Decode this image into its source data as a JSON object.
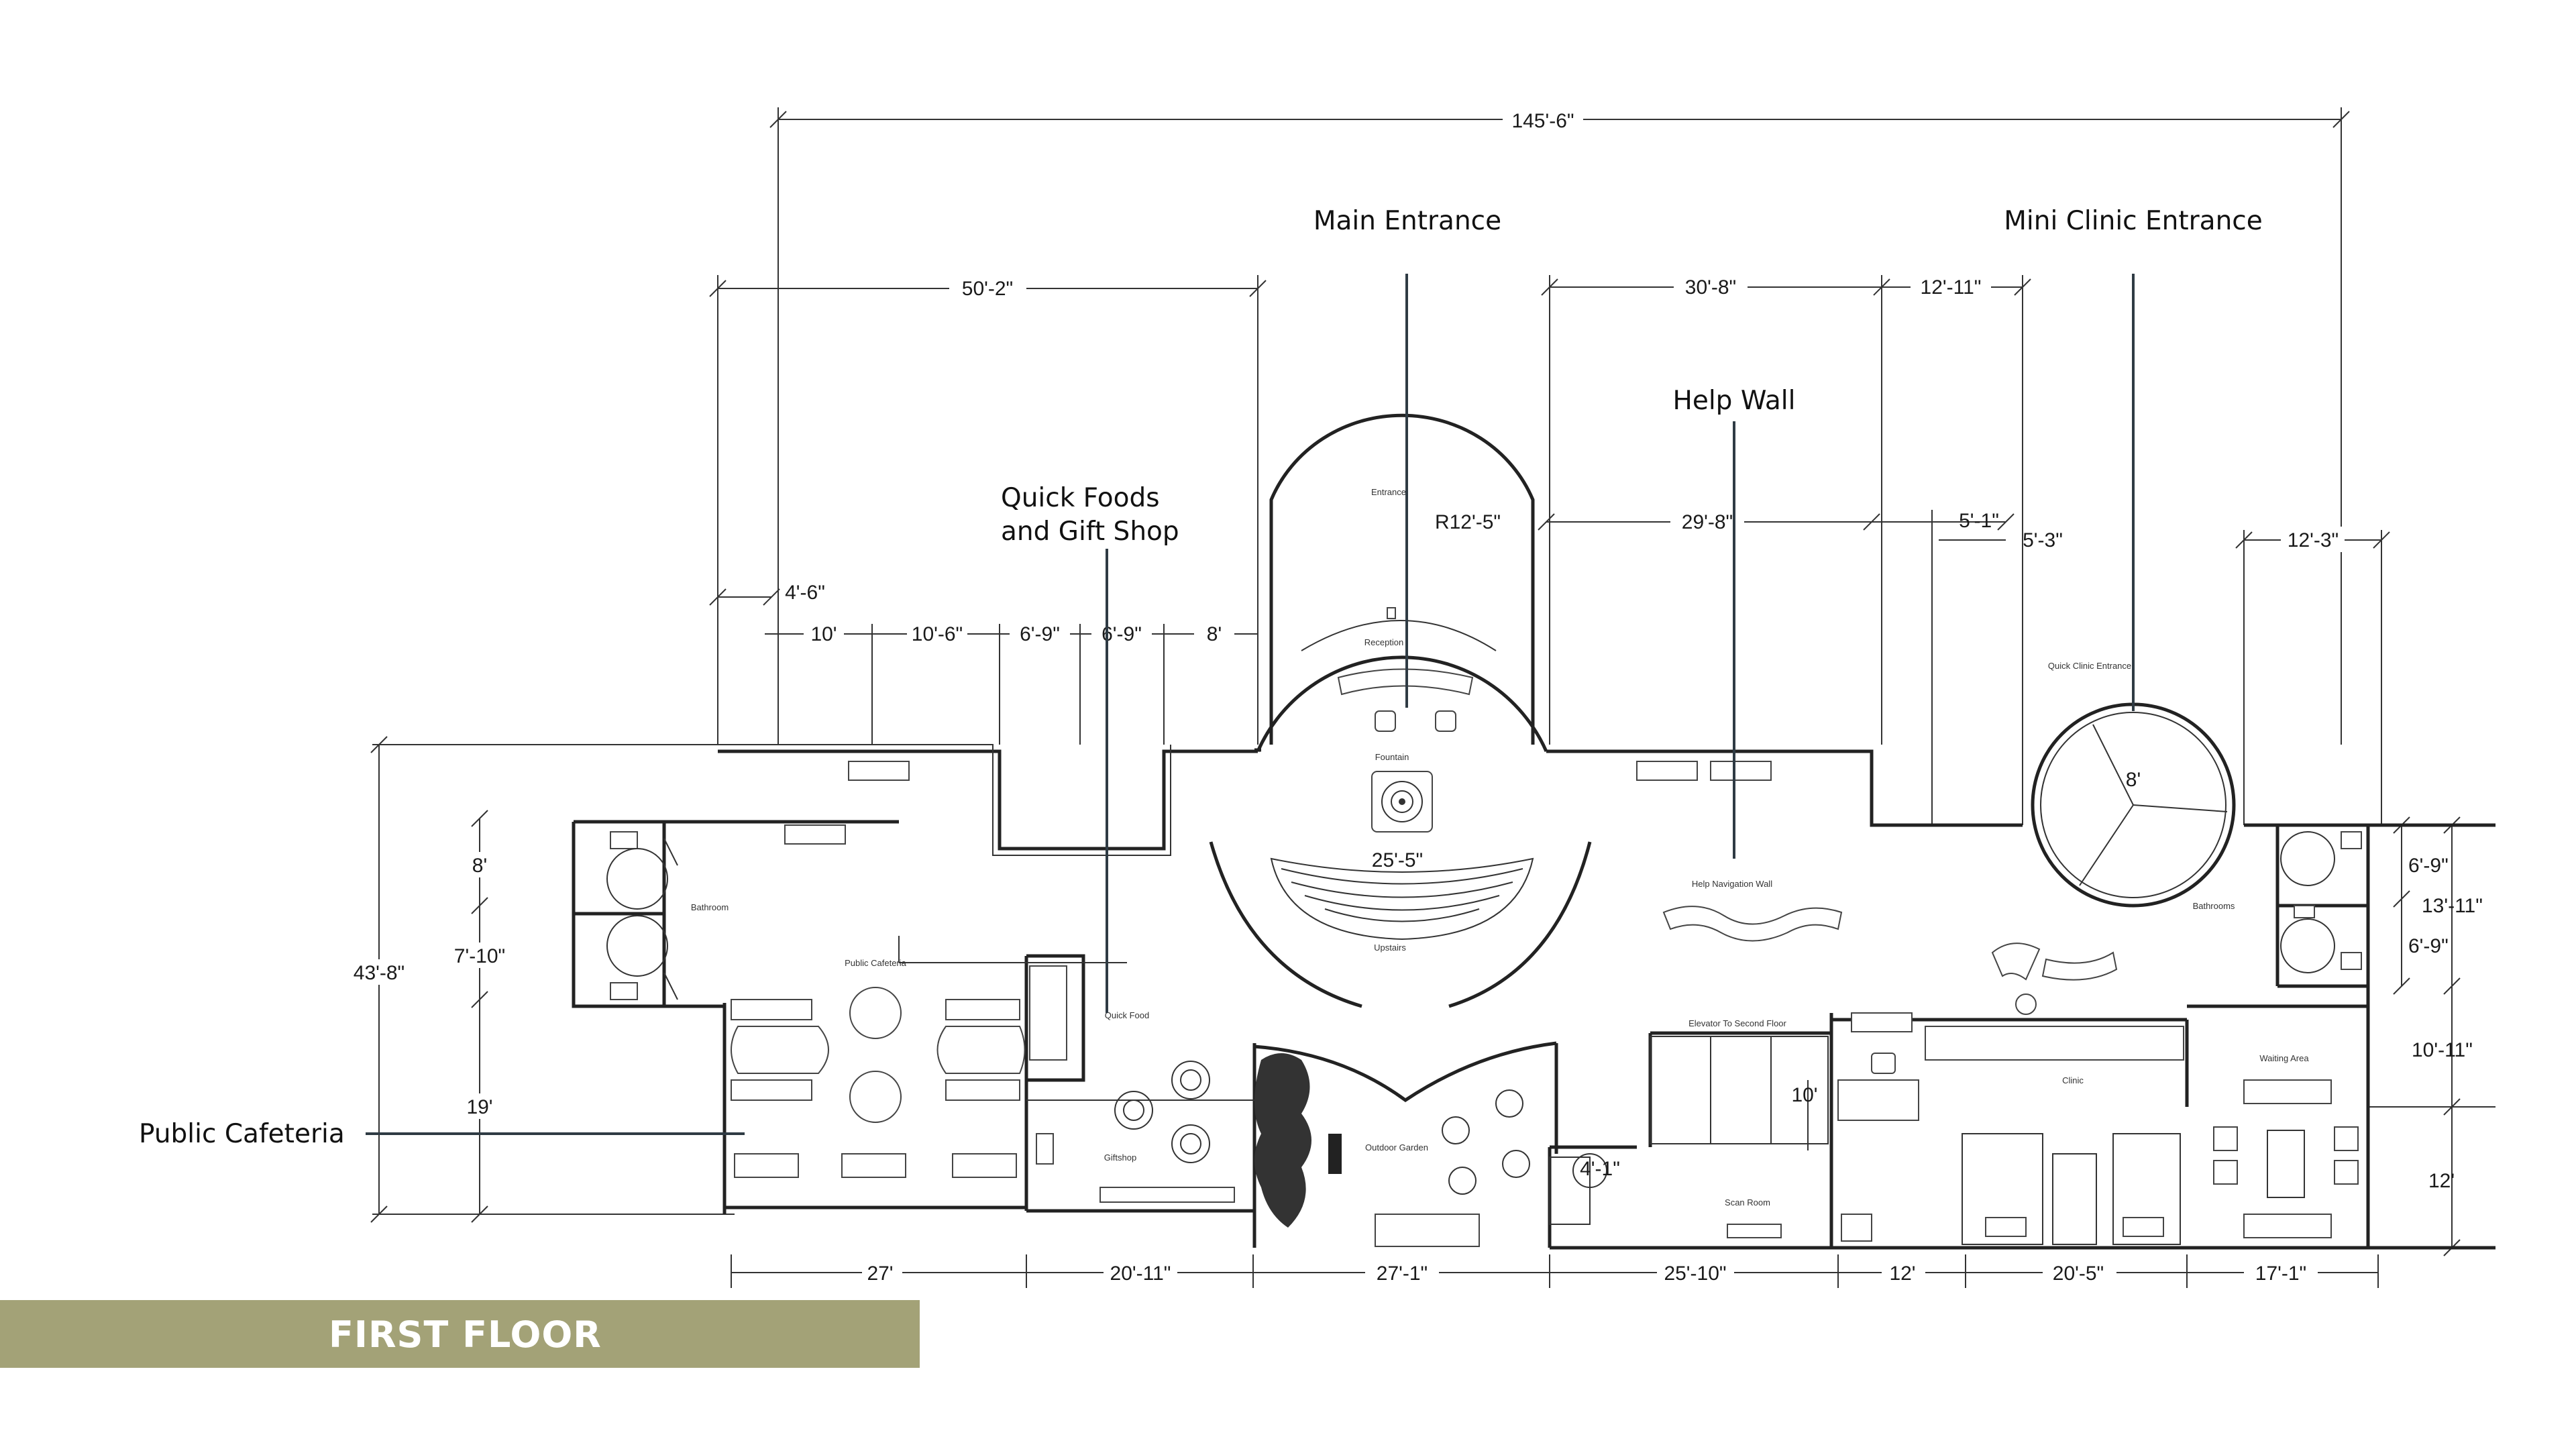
{
  "title": "FIRST FLOOR",
  "accent_color": "#a3a277",
  "callouts": {
    "main_entrance": "Main Entrance",
    "mini_clinic_entrance": "Mini Clinic Entrance",
    "help_wall": "Help Wall",
    "quick_foods_line1": "Quick Foods",
    "quick_foods_line2": "and Gift Shop",
    "public_cafeteria": "Public Cafeteria"
  },
  "dimensions": {
    "overall": "145'-6\"",
    "d_50_2": "50'-2\"",
    "d_30_8": "30'-8\"",
    "d_12_11": "12'-11\"",
    "d_r12_5": "R12'-5\"",
    "d_29_8": "29'-8\"",
    "d_5_1": "5'-1\"",
    "d_5_3": "5'-3\"",
    "d_12_3": "12'-3\"",
    "d_4_6": "4'-6\"",
    "d_10": "10'",
    "d_10_6": "10'-6\"",
    "d_6_9a": "6'-9\"",
    "d_6_9b": "6'-9\"",
    "d_8": "8'",
    "d_8_bath": "8'",
    "d_7_10": "7'-10\"",
    "d_43_8": "43'-8\"",
    "d_19": "19'",
    "d_25_5": "25'-5\"",
    "d_8_clinic": "8'",
    "d_6_9c": "6'-9\"",
    "d_13_11": "13'-11\"",
    "d_6_9d": "6'-9\"",
    "d_10_11": "10'-11\"",
    "d_12_right": "12'",
    "d_10_elev": "10'",
    "d_4_1": "4'-1\"",
    "b_27": "27'",
    "b_20_11": "20'-11\"",
    "b_27_1": "27'-1\"",
    "b_25_10": "25'-10\"",
    "b_12": "12'",
    "b_20_5": "20'-5\"",
    "b_17_1": "17'-1\""
  },
  "rooms": {
    "entrance": "Entrance",
    "reception": "Reception",
    "fountain": "Fountain",
    "upstairs": "Upstairs",
    "help_navigation_wall": "Help Navigation Wall",
    "quick_clinic_entrance": "Quick Clinic Entrance",
    "bathroom_left": "Bathroom",
    "bathrooms_right": "Bathrooms",
    "public_cafeteria": "Public Cafeteria",
    "quick_food": "Quick Food",
    "giftshop": "Giftshop",
    "outdoor_garden": "Outdoor Garden",
    "elevator": "Elevator To Second Floor",
    "scan_room": "Scan Room",
    "clinic": "Clinic",
    "waiting_area": "Waiting Area"
  }
}
